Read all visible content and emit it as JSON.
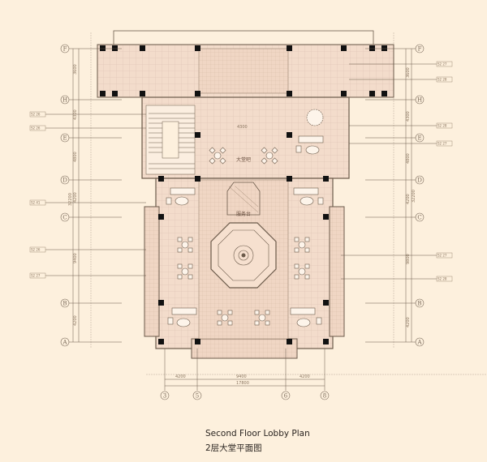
{
  "title": {
    "english": "Second Floor Lobby Plan",
    "chinese": "2层大堂平面图"
  },
  "plan": {
    "rooms": {
      "lobby_bar": "大堂吧",
      "reception": "服务台"
    },
    "row_axes": [
      "F",
      "H",
      "E",
      "D",
      "C",
      "B",
      "A"
    ],
    "column_axes": [
      "3",
      "5",
      "6",
      "8"
    ],
    "left_dimensions": [
      "3600",
      "4300",
      "4800",
      "4200",
      "9400",
      "4200"
    ],
    "left_total": "32200",
    "right_dimensions": [
      "3600",
      "4300",
      "4800",
      "4200",
      "9800",
      "4200"
    ],
    "right_total": "32200",
    "bottom_dimensions": [
      "4200",
      "9400",
      "4200"
    ],
    "bottom_total": "17800",
    "inner_dimension": "4300",
    "left_tags": [
      "S2 26",
      "S2 26",
      "S2 41",
      "S2 26",
      "S2 27"
    ],
    "right_tags": [
      "S2 27",
      "S2 28",
      "S2 28",
      "S2 27",
      "S2 27",
      "S2 28"
    ]
  },
  "colors": {
    "background": "#fdf0dd",
    "line": "#6b5a4a",
    "floor": "#f3dccb",
    "column": "#111111"
  }
}
